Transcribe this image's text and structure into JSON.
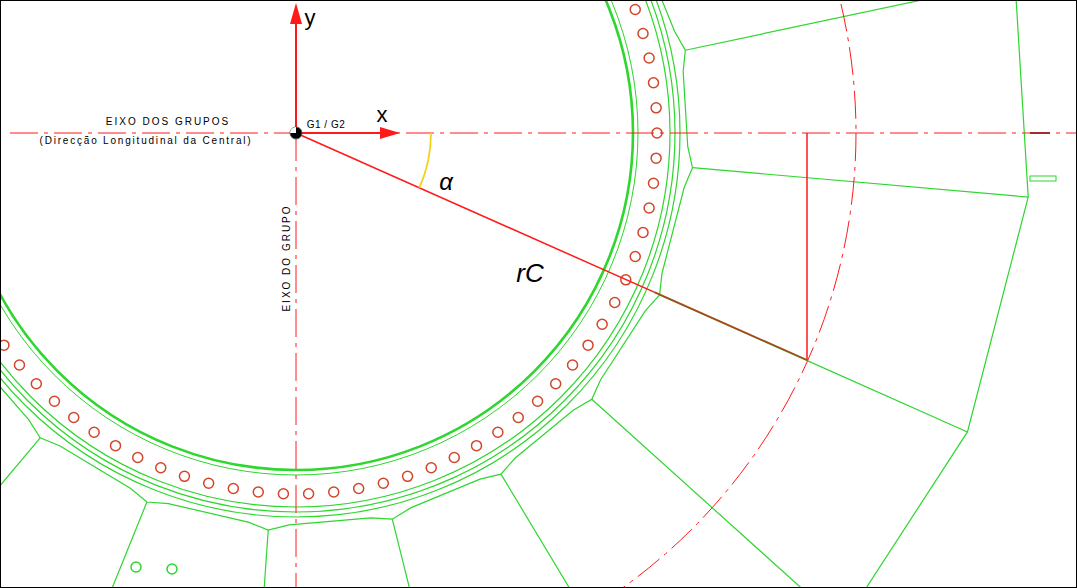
{
  "diagram": {
    "labels": [
      "y",
      "x",
      "EIXO DOS GRUPOS",
      "(Direcção Longitudinal da Central)",
      "G1 / G2",
      "α",
      "rC",
      "EIXO DO GRUPO"
    ]
  }
}
